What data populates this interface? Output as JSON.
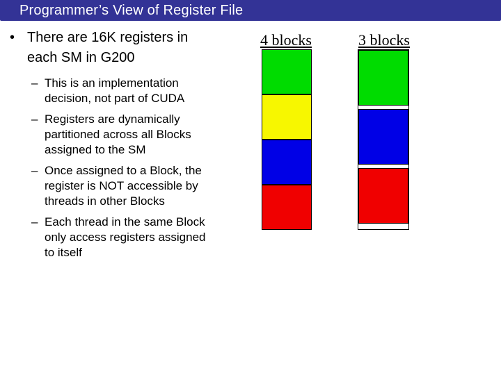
{
  "title": "Programmer’s View of Register File",
  "colors": {
    "title_bar": "#333396",
    "title_text": "#ffffff",
    "body_text": "#000000",
    "green": "#00dc00",
    "yellow": "#f7f700",
    "blue": "#0000e6",
    "red": "#f00000",
    "block_border": "#000000"
  },
  "bullet_char": "•",
  "dash_char": "–",
  "bullets": {
    "main": "There are 16K registers in each SM in G200",
    "sub": [
      "This is an implementation decision, not part of CUDA",
      "Registers are dynamically partitioned across all Blocks assigned to the SM",
      "Once assigned to a Block, the register is NOT accessible by threads in other Blocks",
      "Each thread in the same Block only access registers assigned to itself"
    ]
  },
  "diagrams": [
    {
      "label": "4 blocks",
      "gap": 0,
      "blocks": [
        {
          "color": "green",
          "height": 65
        },
        {
          "color": "yellow",
          "height": 65
        },
        {
          "color": "blue",
          "height": 65
        },
        {
          "color": "red",
          "height": 65
        }
      ]
    },
    {
      "label": "3 blocks",
      "gap": 5,
      "blocks": [
        {
          "color": "green",
          "height": 80
        },
        {
          "color": "blue",
          "height": 80
        },
        {
          "color": "red",
          "height": 80
        }
      ]
    }
  ]
}
